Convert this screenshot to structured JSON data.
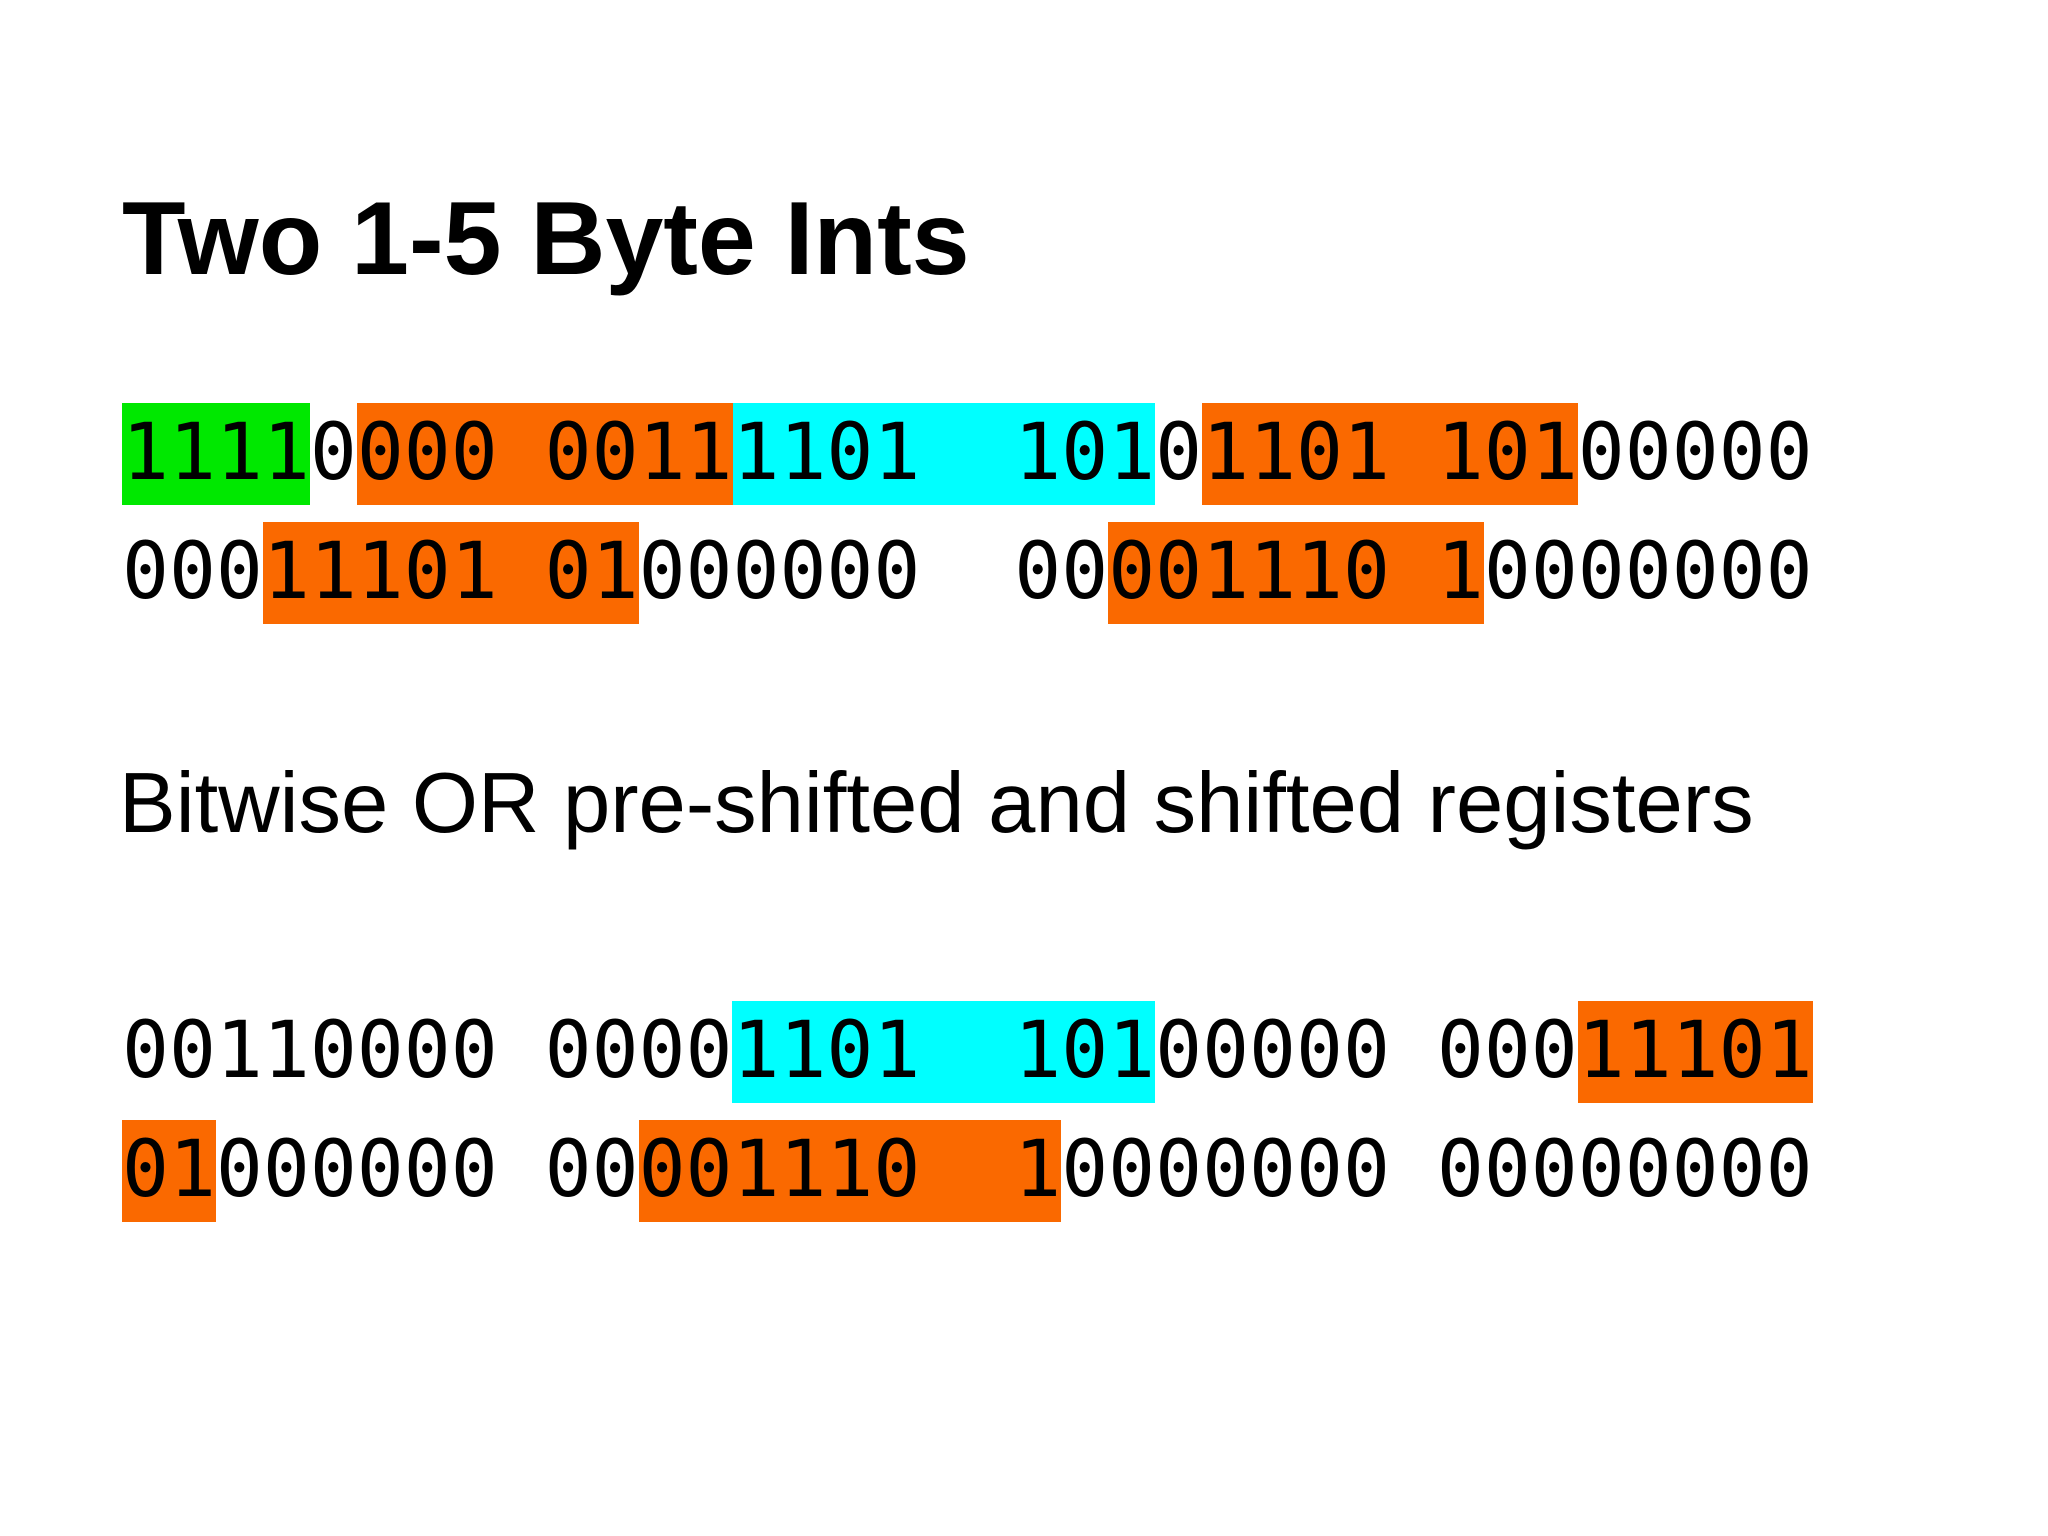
{
  "slide": {
    "title": "Two 1-5 Byte Ints",
    "description_line": "Bitwise OR pre-shifted and shifted registers",
    "highlight_colors": {
      "green": "#00e800",
      "orange": "#fa6900",
      "cyan": "#00ffff"
    },
    "text_color": "#000000",
    "background_color": "#ffffff",
    "registers_top": {
      "lines": [
        {
          "full_text": "11110000 00111101  10101101 10100000",
          "segments": [
            {
              "text": "1111",
              "highlight": "green"
            },
            {
              "text": "0",
              "highlight": null
            },
            {
              "text": "000 0011",
              "highlight": "orange"
            },
            {
              "text": "1101  101",
              "highlight": "cyan"
            },
            {
              "text": "0",
              "highlight": null
            },
            {
              "text": "1101 101",
              "highlight": "orange"
            },
            {
              "text": "00000",
              "highlight": null
            }
          ]
        },
        {
          "full_text": "00011101 01000000  00001110 10000000",
          "segments": [
            {
              "text": "000",
              "highlight": null
            },
            {
              "text": "11101 01",
              "highlight": "orange"
            },
            {
              "text": "000000  00",
              "highlight": null
            },
            {
              "text": "001110 1",
              "highlight": "orange"
            },
            {
              "text": "0000000",
              "highlight": null
            }
          ]
        }
      ]
    },
    "registers_bottom": {
      "lines": [
        {
          "full_text": "00110000 00001101  10100000 00011101",
          "segments": [
            {
              "text": "00110000 0000",
              "highlight": null
            },
            {
              "text": "1101  101",
              "highlight": "cyan"
            },
            {
              "text": "00000 000",
              "highlight": null
            },
            {
              "text": "11101",
              "highlight": "orange"
            }
          ]
        },
        {
          "full_text": "01000000 00001110  10000000 00000000",
          "segments": [
            {
              "text": "01",
              "highlight": "orange"
            },
            {
              "text": "000000 00",
              "highlight": null
            },
            {
              "text": "001110  1",
              "highlight": "orange"
            },
            {
              "text": "0000000 00000000",
              "highlight": null
            }
          ]
        }
      ]
    }
  }
}
